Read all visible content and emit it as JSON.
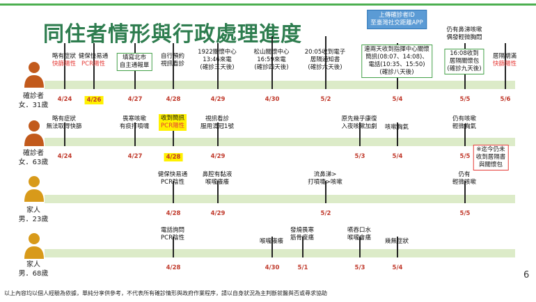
{
  "title": "同住者情形與行政處理進度",
  "footer": "以上內容均以個人經驗為依據，單純分享供參考，不代表所有確診情形與政府作業程序，請以自身狀況為主判斷就醫與否或尋求協助",
  "page_number": "6",
  "colors": {
    "accent_green": "#2e7d4f",
    "bar": "#dcebc8",
    "date_red": "#c0392b"
  },
  "people": [
    {
      "icon": "person-icon",
      "color": "#c25a1c",
      "label": [
        "確診者",
        "女．31歲"
      ]
    },
    {
      "icon": "person-icon",
      "color": "#c25a1c",
      "label": [
        "確診者",
        "女．63歲"
      ]
    },
    {
      "icon": "person-icon",
      "color": "#d89a1a",
      "label": [
        "家人",
        "男．23歲"
      ]
    },
    {
      "icon": "person-icon",
      "color": "#d89a1a",
      "label": [
        "家人",
        "男．68歲"
      ]
    }
  ],
  "rows": [
    {
      "dates": [
        "4/24",
        "4/26",
        "4/27",
        "4/28",
        "4/29",
        "4/30",
        "5/2",
        "5/4",
        "5/5",
        "5/6"
      ],
      "events": [
        {
          "lines": [
            "略有症狀"
          ],
          "red": [
            "快篩陽性"
          ]
        },
        {
          "lines": [
            "健保快易通"
          ],
          "red": [
            "PCR陽性"
          ]
        },
        {
          "lines": [
            "填寫北市",
            "自主通報單"
          ]
        },
        {
          "lines": [
            "自行預約",
            "視訊看診"
          ]
        },
        {
          "lines": [
            "1922關懷中心",
            "13:46來電",
            "(確診三天後)"
          ]
        },
        {
          "lines": [
            "松山關懷中心",
            "16:59來電",
            "(確診四天後)"
          ]
        },
        {
          "lines": [
            "20:05收到電子",
            "居隔通知書",
            "(確診六天後)"
          ]
        },
        {
          "lines": [
            "上傳確診者ID",
            "至臺灣社交距離APP"
          ]
        },
        {
          "lines": [
            "連兩天收到指揮中心關懷",
            "簡訊(08:07、14:08)、",
            "電話(10:35、15:50)",
            "(確診八天後)"
          ]
        },
        {
          "lines": [
            "仍有鼻涕咳嗽",
            "偶發輕微胸悶"
          ]
        },
        {
          "lines": [
            "16:08收到",
            "居隔關懷包",
            "(確診九天後)"
          ]
        },
        {
          "lines": [
            "居隔期滿"
          ],
          "red": [
            "快篩陽性"
          ]
        }
      ]
    },
    {
      "dates": [
        "4/24",
        "4/27",
        "4/28",
        "4/29",
        "5/3",
        "5/4",
        "5/5"
      ],
      "events": [
        {
          "lines": [
            "略有症狀",
            "無法取得快篩"
          ]
        },
        {
          "lines": [
            "畏寒咳嗽",
            "有痰打噴嚏"
          ]
        },
        {
          "lines": [
            "收到簡訊"
          ],
          "red": [
            "PCR陽性"
          ]
        },
        {
          "lines": [
            "視訊看診",
            "服用清冠1號"
          ]
        },
        {
          "lines": [
            "原先幾乎康復",
            "入夜咳嗽加劇"
          ]
        },
        {
          "lines": [
            "咳嗽胸氣"
          ]
        },
        {
          "lines": [
            "仍有咳嗽",
            "輕微胸氣"
          ]
        },
        {
          "lines": [
            "※迄今仍未",
            "收到居隔書",
            "與關懷包"
          ]
        }
      ]
    },
    {
      "dates": [
        "4/28",
        "4/29",
        "5/2",
        "5/5"
      ],
      "events": [
        {
          "lines": [
            "健保快易通",
            "PCR陰性"
          ]
        },
        {
          "lines": [
            "鼻腔有黏液",
            "喉嚨癢癢"
          ]
        },
        {
          "lines": [
            "流鼻涕>",
            "打噴嚏>咳嗽"
          ]
        },
        {
          "lines": [
            "仍有",
            "輕微咳嗽"
          ]
        }
      ]
    },
    {
      "dates": [
        "4/28",
        "4/30",
        "5/1",
        "5/3",
        "5/4"
      ],
      "events": [
        {
          "lines": [
            "電話詢問",
            "PCR陰性"
          ]
        },
        {
          "lines": [
            "喉嚨癢癢"
          ]
        },
        {
          "lines": [
            "發燒畏寒",
            "筋骨痠痛"
          ]
        },
        {
          "lines": [
            "嚥吞口水",
            "喉嚨會痛"
          ]
        },
        {
          "lines": [
            "幾無症狀"
          ]
        }
      ]
    }
  ]
}
